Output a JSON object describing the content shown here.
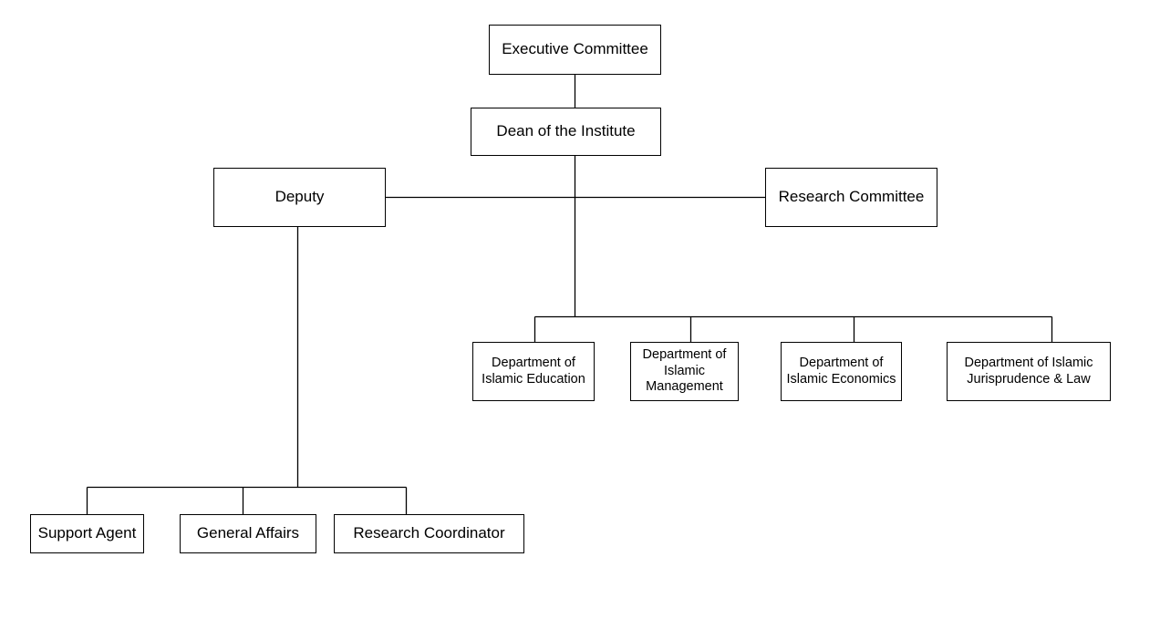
{
  "org_chart": {
    "executive_committee": "Executive Committee",
    "dean": "Dean of the Institute",
    "deputy": "Deputy",
    "research_committee": "Research Committee",
    "departments": {
      "education": "Department of Islamic Education",
      "management": "Department of Islamic Management",
      "economics": "Department of Islamic Economics",
      "jurisprudence_law": "Department of Islamic Jurisprudence & Law"
    },
    "deputy_units": {
      "support_agent": "Support Agent",
      "general_affairs": "General Affairs",
      "research_coordinator": "Research Coordinator"
    }
  },
  "colors": {
    "line": "#000000",
    "box_border": "#000000",
    "background": "#ffffff"
  }
}
